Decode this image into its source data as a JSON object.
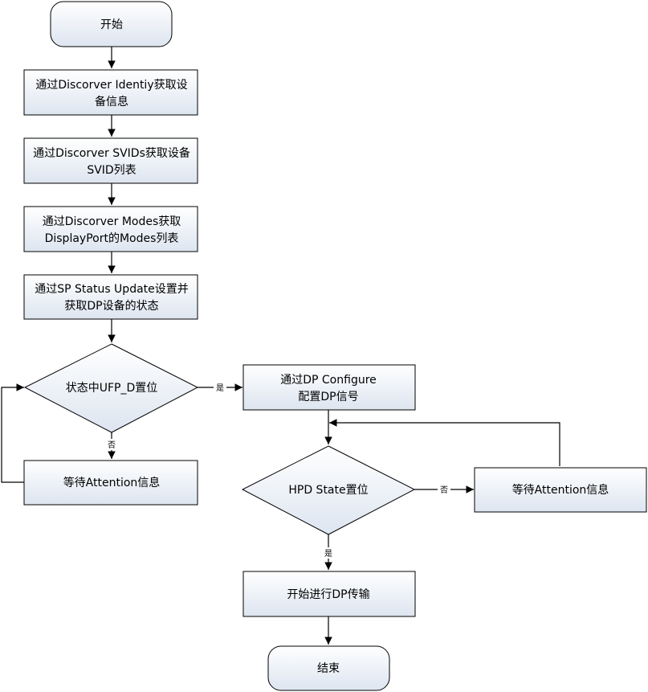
{
  "colors": {
    "node_fill_top": "#ffffff",
    "node_fill_bottom": "#dde5f0",
    "stroke": "#000000"
  },
  "nodes": {
    "start": {
      "label": "开始"
    },
    "step1": {
      "line1": "通过Discorver Identiy获取设",
      "line2": "备信息"
    },
    "step2": {
      "line1": "通过Discorver SVIDs获取设备",
      "line2": "SVID列表"
    },
    "step3": {
      "line1": "通过Discorver Modes获取",
      "line2": "DisplayPort的Modes列表"
    },
    "step4": {
      "line1": "通过SP Status Update设置并",
      "line2": "获取DP设备的状态"
    },
    "decision_ufp": {
      "label": "状态中UFP_D置位"
    },
    "wait_left": {
      "label": "等待Attention信息"
    },
    "configure": {
      "line1": "通过DP Configure",
      "line2": "配置DP信号"
    },
    "decision_hpd": {
      "label": "HPD State置位"
    },
    "wait_right": {
      "label": "等待Attention信息"
    },
    "transfer": {
      "label": "开始进行DP传输"
    },
    "end": {
      "label": "结束"
    }
  },
  "edges": {
    "ufp_yes": "是",
    "ufp_no": "否",
    "hpd_no": "否",
    "hpd_yes": "是"
  }
}
